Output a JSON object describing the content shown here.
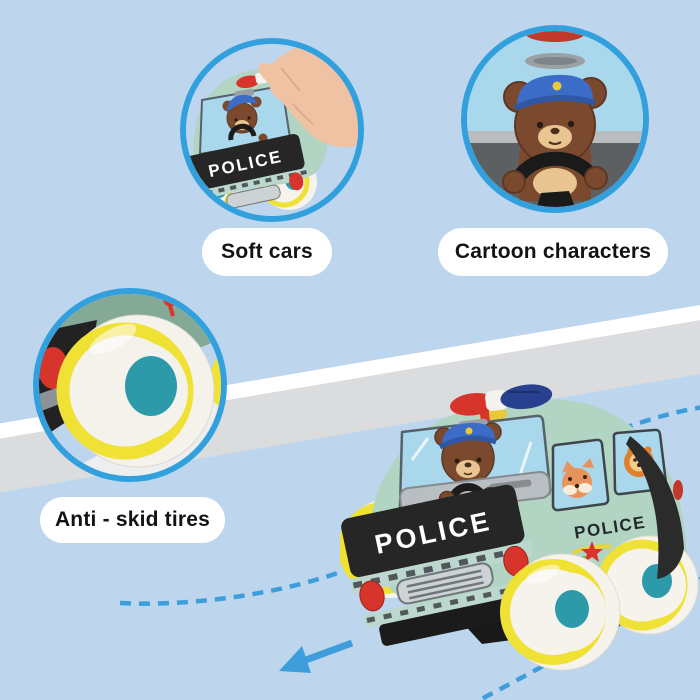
{
  "labels": {
    "soft_cars": "Soft cars",
    "cartoon_characters": "Cartoon characters",
    "anti_skid_tires": "Anti - skid tires"
  },
  "car": {
    "front_text": "POLICE",
    "side_text": "POLICE",
    "callout_front_text": "POLICE"
  },
  "colors": {
    "background": "#bdd6ee",
    "circle_border": "#33a0de",
    "accent_blue": "#3d9edb",
    "band_white": "#ffffff",
    "band_gray": "#dbdcde",
    "car_body_mint": "#b2d4c2",
    "wheel_yellow": "#f0e135",
    "wheel_hub_teal": "#2d9aa9",
    "bear_brown": "#7b4a2e",
    "police_red": "#d7352c"
  },
  "icons": {
    "arrow": "direction-arrow-left",
    "path": "dashed-route-line"
  }
}
